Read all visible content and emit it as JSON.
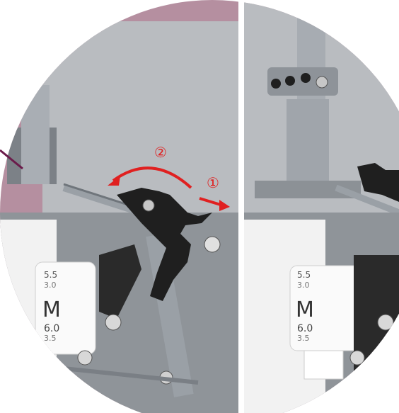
{
  "figure": {
    "step_labels": [
      "②",
      "①"
    ],
    "dial_left": {
      "upper": "5.5",
      "upper2": "3.0",
      "letter": "M",
      "lower": "6.0",
      "lower2": "3.5"
    },
    "dial_right": {
      "upper": "5.5",
      "upper2": "3.0",
      "letter": "M",
      "lower": "6.0",
      "lower2": "3.5"
    }
  },
  "colors": {
    "frame": "#b58fa0",
    "background": "#ffffff",
    "wall": "#b9bcc0",
    "metal": "#9aa0a6",
    "dark_part": "#1f1f1f",
    "arrow": "#e02020",
    "white_cover": "#f2f2f2"
  },
  "icons": [
    "circular-detail-frame",
    "curved-arrow",
    "straight-arrow",
    "indicator-line"
  ]
}
